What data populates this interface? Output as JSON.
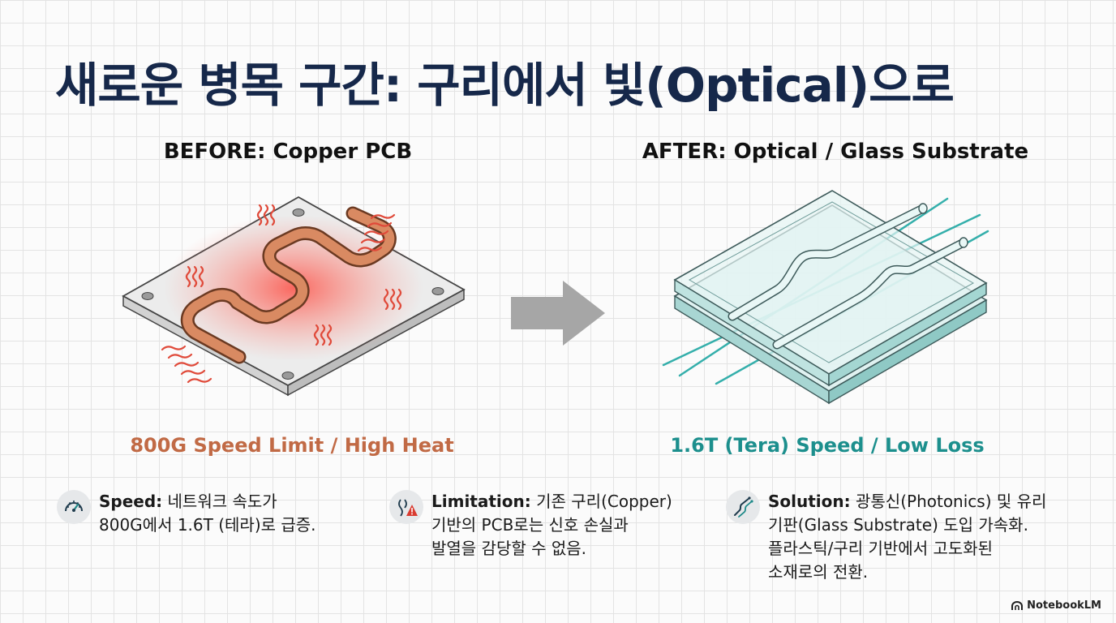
{
  "title": "새로운 병목 구간: 구리에서 빛(Optical)으로",
  "before": {
    "heading": "BEFORE: Copper PCB",
    "caption": "800G Speed Limit / High Heat"
  },
  "after": {
    "heading": "AFTER: Optical / Glass Substrate",
    "caption": "1.6T (Tera) Speed / Low Loss"
  },
  "notes": [
    {
      "icon": "speedometer-icon",
      "label": "Speed:",
      "lines": [
        "네트워크 속도가",
        "800G에서 1.6T (테라)로 급증."
      ]
    },
    {
      "icon": "warning-icon",
      "label": "Limitation:",
      "lines": [
        "기존 구리(Copper)",
        "기반의 PCB로는 신호 손실과",
        "발열을 감당할 수 없음."
      ]
    },
    {
      "icon": "optical-fiber-icon",
      "label": "Solution:",
      "lines": [
        "광통신(Photonics) 및 유리",
        "기판(Glass Substrate) 도입 가속화.",
        "플라스틱/구리 기반에서 고도화된",
        "소재로의 전환."
      ]
    }
  ],
  "brand": "NotebookLM",
  "colors": {
    "title": "#16284a",
    "copper": "#c16a45",
    "teal": "#1c8f8d",
    "heat": "#e04a3a",
    "arrow": "#a6a6a6"
  }
}
